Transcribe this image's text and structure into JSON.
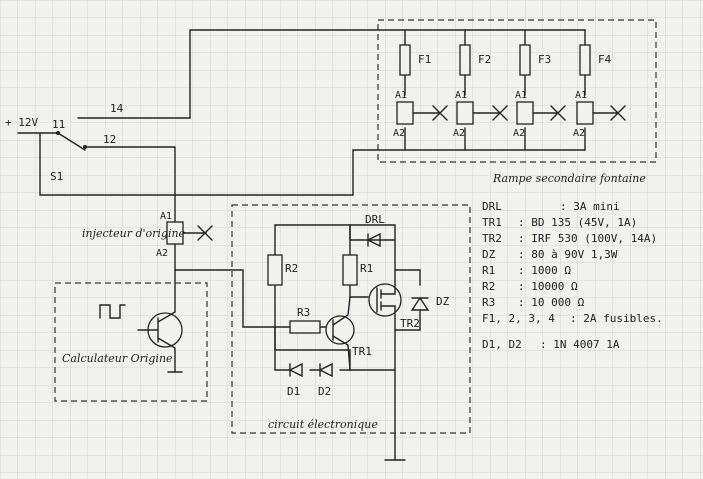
{
  "schematic": {
    "supply": {
      "plus": "+ 12V",
      "n11": "11",
      "n12": "12",
      "n14": "14",
      "s1": "S1"
    },
    "fuses": [
      "F1",
      "F2",
      "F3",
      "F4"
    ],
    "relay_pins": {
      "a1": "A1",
      "a2": "A2"
    },
    "boxes": {
      "ramp": "Rampe secondaire fontaine",
      "injector": "injecteur d'origine",
      "ecu": "Calculateur Origine",
      "circuit": "circuit électronique"
    },
    "labels": {
      "drl": "DRL",
      "r1": "R1",
      "r2": "R2",
      "r3": "R3",
      "tr1": "TR1",
      "tr2": "TR2",
      "dz": "DZ",
      "d1": "D1",
      "d2": "D2"
    },
    "parts_list": [
      {
        "name": "DRL",
        "value": ": 3A mini"
      },
      {
        "name": "TR1",
        "value": ": BD 135  (45V, 1A)"
      },
      {
        "name": "TR2",
        "value": ": IRF 530  (100V, 14A)"
      },
      {
        "name": "DZ",
        "value": ": 80 à 90V    1,3W"
      },
      {
        "name": "R1",
        "value": ": 1000 Ω"
      },
      {
        "name": "R2",
        "value": ": 10000 Ω"
      },
      {
        "name": "R3",
        "value": ": 10 000 Ω"
      },
      {
        "name": "F1, 2, 3, 4",
        "value": ": 2A fusibles."
      },
      {
        "name": "D1, D2",
        "value": ": 1N 4007      1A"
      }
    ]
  }
}
